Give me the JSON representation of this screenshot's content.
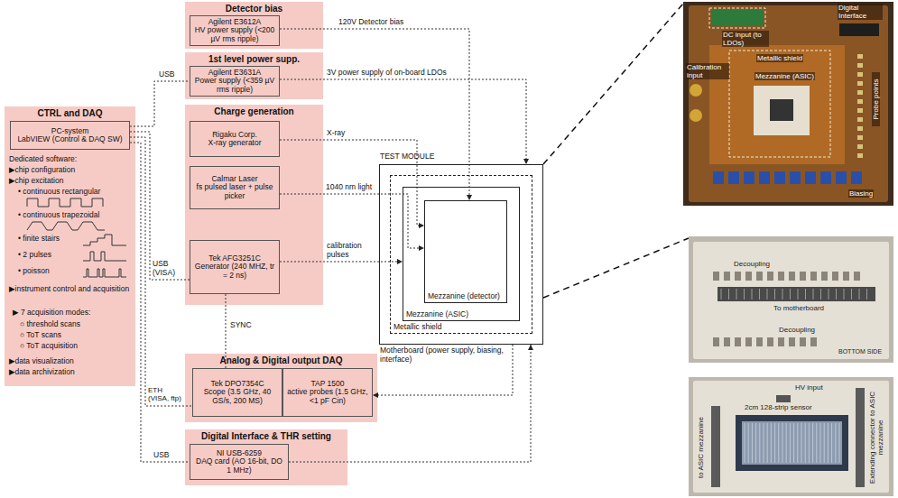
{
  "diagram": {
    "nodes": [
      {
        "text": [
          "CTRL and DAQ"
        ]
      },
      {
        "text": [
          "PC-system",
          "LabVIEW (Control & DAQ SW)"
        ],
        "in": 0
      },
      {
        "text": [
          "Detector bias"
        ]
      },
      {
        "text": [
          "Agilent E3612A",
          "HV power supply (<200 µV rms ripple)"
        ],
        "in": 2
      },
      {
        "text": [
          "1st level power supp."
        ]
      },
      {
        "text": [
          "Agilent E3631A",
          "Power supply (<359 µV rms ripple)"
        ],
        "in": 4
      },
      {
        "text": [
          "Charge generation"
        ]
      },
      {
        "text": [
          "Rigaku Corp.",
          "X-ray generator"
        ],
        "in": 6
      },
      {
        "text": [
          "Calmar Laser",
          "fs pulsed laser + pulse picker"
        ],
        "in": 6
      },
      {
        "text": [
          "Tek AFG3251C",
          "Generator (240 MHZ, tr = 2 ns)"
        ],
        "in": 6
      },
      {
        "text": [
          "TEST MODULE",
          "Motherboard (power supply, biasing, interface)"
        ]
      },
      {
        "text": [
          "Metallic shield"
        ],
        "in": 10
      },
      {
        "text": [
          "Mezzanine (ASIC)"
        ],
        "in": 11
      },
      {
        "text": [
          "Mezzanine (detector)"
        ],
        "in": 12
      },
      {
        "text": [
          "Analog & Digital output DAQ"
        ]
      },
      {
        "text": [
          "Tek DPO7354C",
          "Scope (3.5 GHz, 40 GS/s, 200 MS)"
        ],
        "in": 14
      },
      {
        "text": [
          "TAP 1500",
          "active probes (1.5 GHz, <1 pF Cin)"
        ],
        "in": 14
      },
      {
        "text": [
          "Digital Interface & THR setting"
        ]
      },
      {
        "text": [
          "NI USB-6259",
          "DAQ card (AO 16-bit, DO 1 MHz)"
        ],
        "in": 17
      }
    ],
    "edges": [
      {
        "from": 3,
        "to": 13,
        "label": "120V Detector bias",
        "arrow": "to"
      },
      {
        "from": 5,
        "to": 10,
        "label": "3V power supply of on-board LDOs",
        "arrow": "to"
      },
      {
        "from": 7,
        "to": 13,
        "label": "X-ray",
        "arrow": "to"
      },
      {
        "from": 8,
        "to": 13,
        "label": "1040 nm light",
        "arrow": "to"
      },
      {
        "from": 9,
        "to": 12,
        "label": "calibration pulses",
        "arrow": "to"
      },
      {
        "from": 9,
        "to": 15,
        "label": "SYNC",
        "arrow": "none"
      },
      {
        "from": 1,
        "to": 5,
        "label": "USB",
        "arrow": "none"
      },
      {
        "from": 1,
        "to": 9,
        "label": "USB (VISA)",
        "arrow": "none"
      },
      {
        "from": 1,
        "to": 15,
        "label": "ETH (VISA, ftp)",
        "arrow": "none"
      },
      {
        "from": 1,
        "to": 18,
        "label": "USB",
        "arrow": "none"
      },
      {
        "from": 10,
        "to": 16,
        "arrow": "to"
      },
      {
        "from": 18,
        "to": 10,
        "arrow": "to"
      }
    ],
    "labels": [
      "Dedicated software:",
      "▶chip configuration",
      "▶chip excitation",
      "• continuous rectangular",
      "• continuous trapezoidal",
      "• finite stairs",
      "• 2 pulses",
      "• poisson",
      "▶instrument control and acquisition",
      "▶ 7 acquisition modes:",
      "○ threshold scans",
      "○ ToT scans",
      "○ ToT acquisition",
      "▶data visualization",
      "▶data archivization",
      "DC input (to LDOs)",
      "Digital Interface",
      "Calibration input",
      "Metallic shield",
      "Mezzanine (ASIC)",
      "Probe points",
      "Biasing",
      "Decoupling",
      "To motherboard",
      "Decoupling",
      "BOTTOM SIDE",
      "HV input",
      "2cm 128-strip sensor",
      "to ASIC mezzanine",
      "Extending connector to ASIC mezzanine"
    ]
  }
}
